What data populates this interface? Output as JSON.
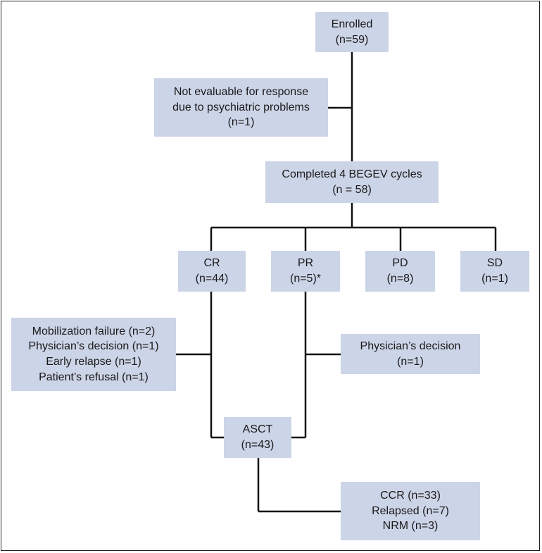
{
  "boxes": {
    "enrolled": {
      "line1": "Enrolled",
      "line2": "(n=59)"
    },
    "not_evaluable": {
      "line1": "Not evaluable for response",
      "line2": "due to psychiatric problems",
      "line3": "(n=1)"
    },
    "completed": {
      "line1": "Completed 4 BEGEV cycles",
      "line2": "(n = 58)"
    },
    "cr": {
      "line1": "CR",
      "line2": "(n=44)"
    },
    "pr": {
      "line1": "PR",
      "line2": "(n=5)*"
    },
    "pd": {
      "line1": "PD",
      "line2": "(n=8)"
    },
    "sd": {
      "line1": "SD",
      "line2": "(n=1)"
    },
    "cr_exclusions": {
      "line1": "Mobilization failure (n=2)",
      "line2": "Physician’s decision (n=1)",
      "line3": "Early relapse (n=1)",
      "line4": "Patient’s refusal (n=1)"
    },
    "pr_exclusion": {
      "line1": "Physician’s decision",
      "line2": "(n=1)"
    },
    "asct": {
      "line1": "ASCT",
      "line2": "(n=43)"
    },
    "outcomes": {
      "line1": "CCR (n=33)",
      "line2": "Relapsed (n=7)",
      "line3": "NRM (n=3)"
    }
  },
  "colors": {
    "box_fill": "#ccd4e7",
    "line": "#111111",
    "border": "#222222"
  }
}
